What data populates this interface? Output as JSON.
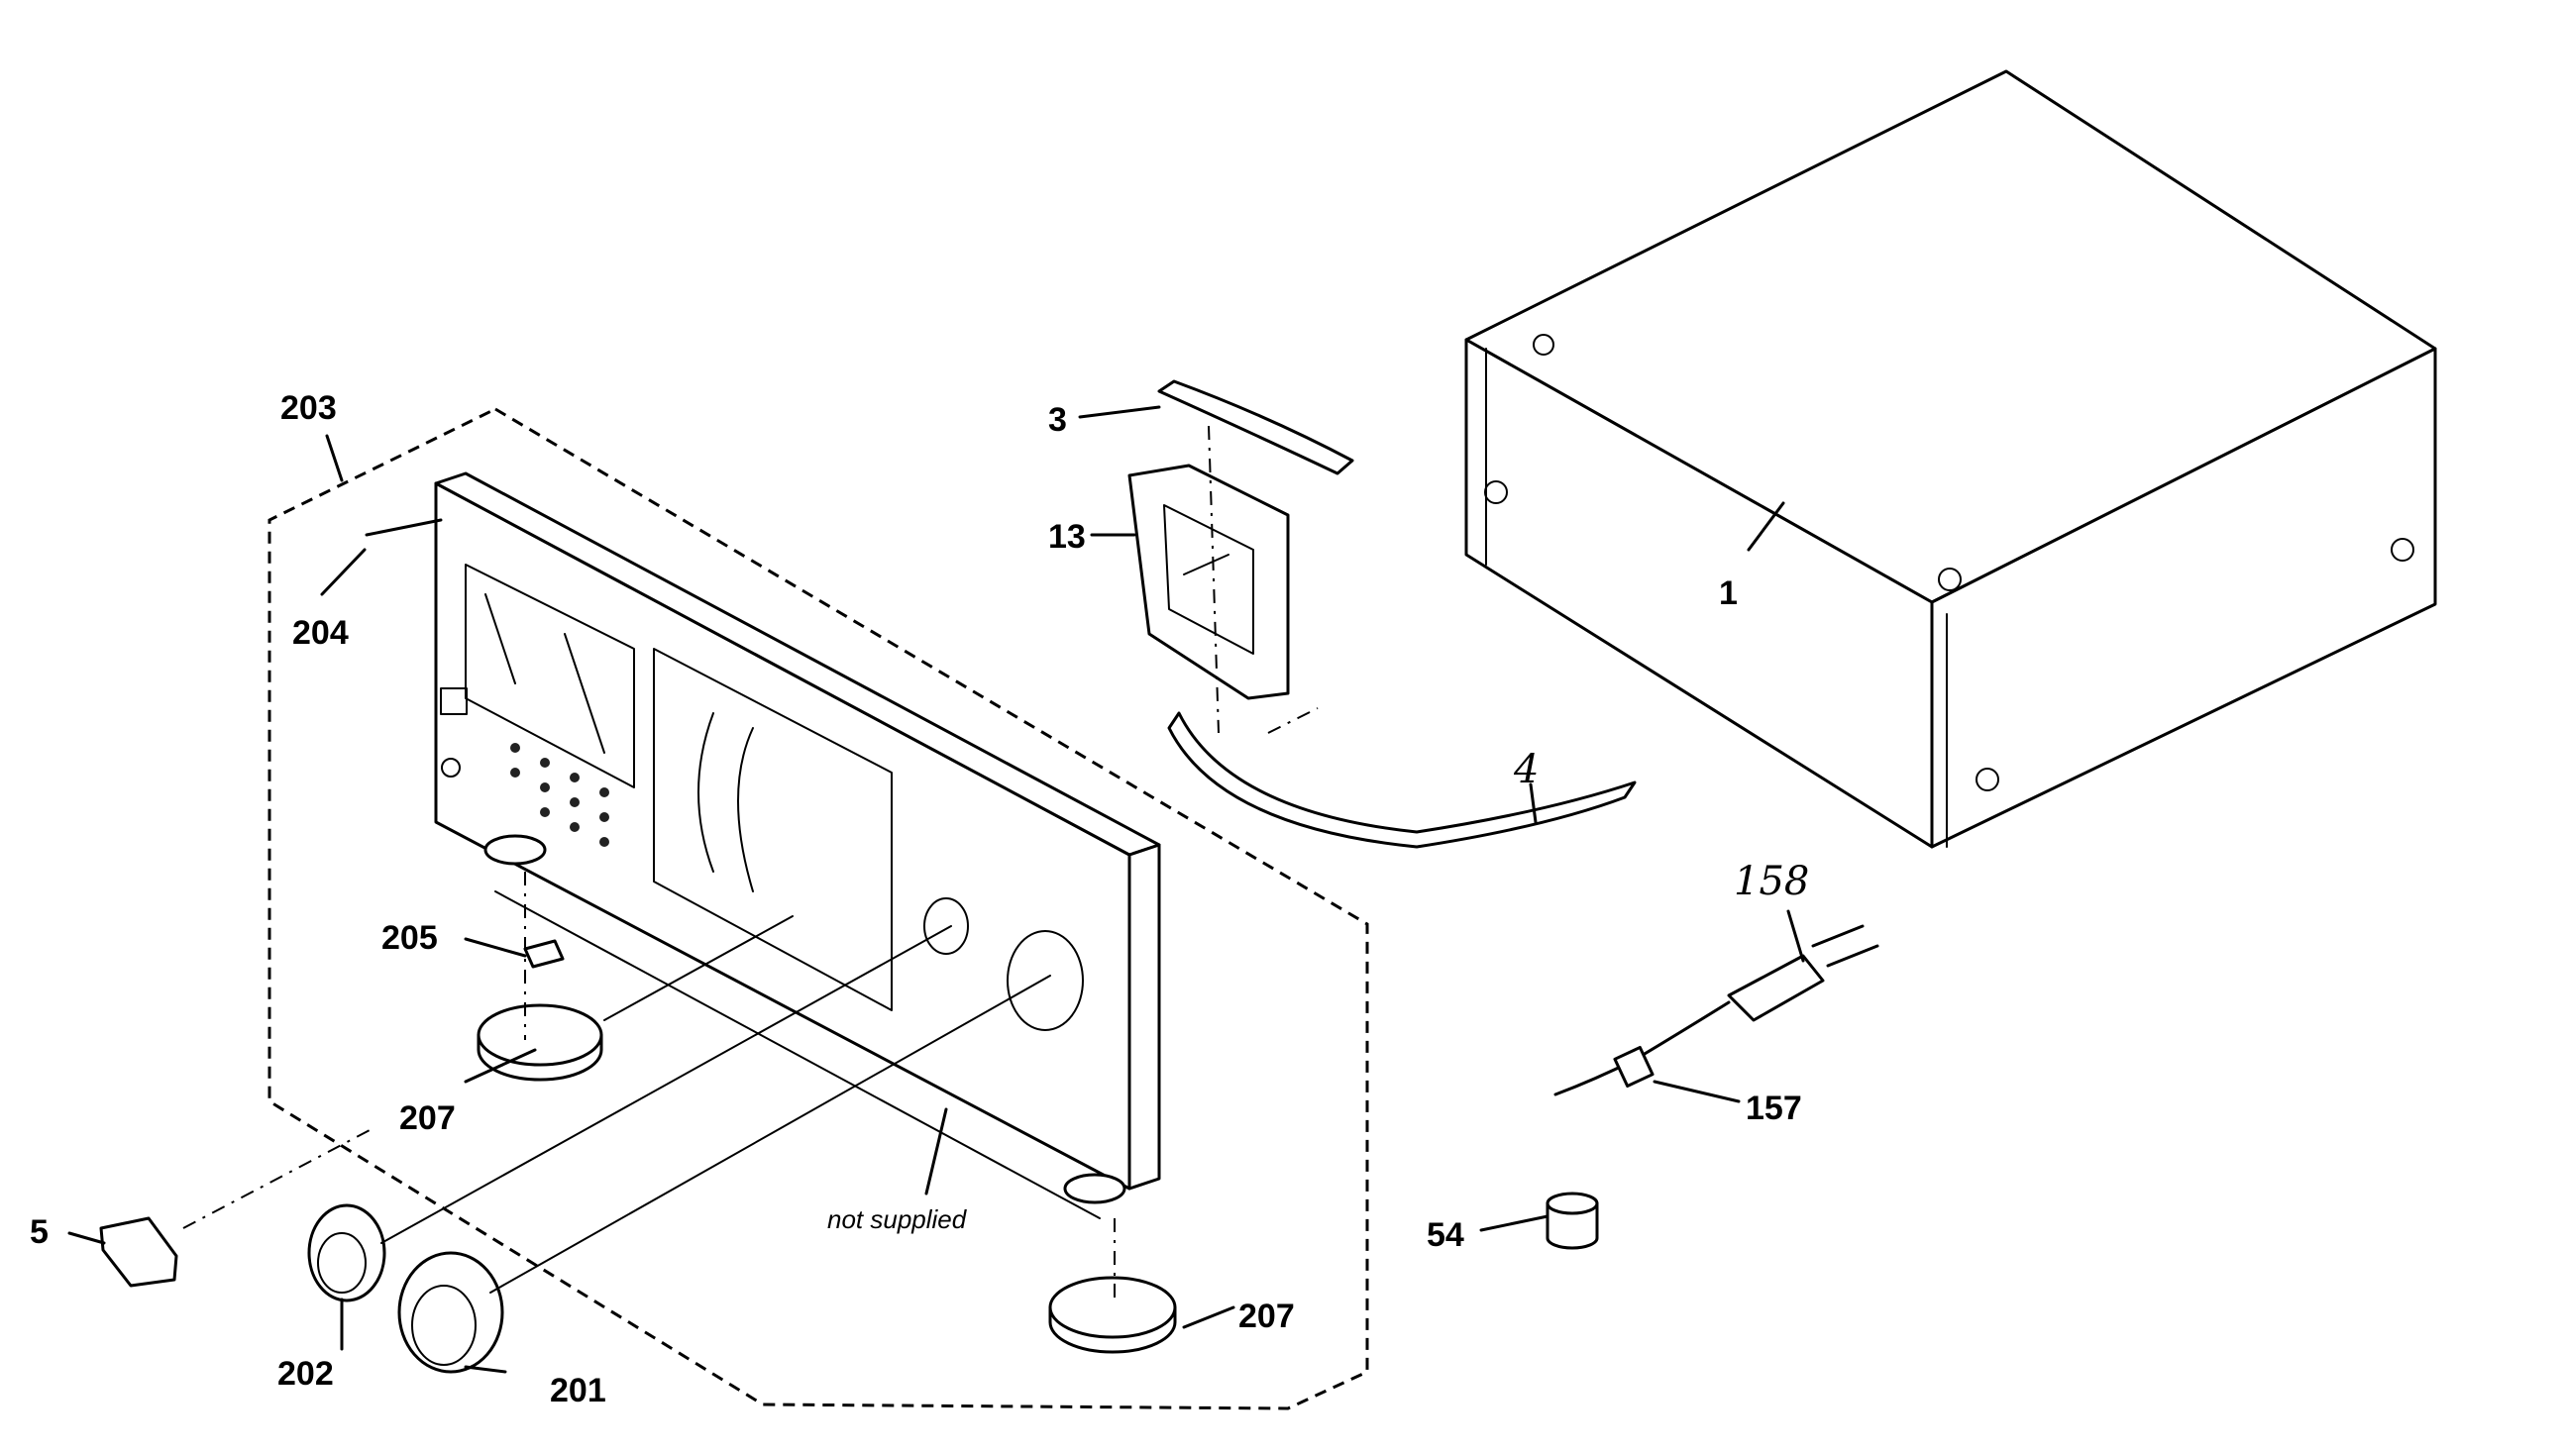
{
  "labels": {
    "p203": "203",
    "p204": "204",
    "p205": "205",
    "p207a": "207",
    "p207b": "207",
    "p5": "5",
    "p202": "202",
    "p201": "201",
    "p3": "3",
    "p13": "13",
    "p4": "4",
    "p1": "1",
    "p158": "158",
    "p157": "157",
    "p54": "54"
  },
  "note": "not supplied"
}
